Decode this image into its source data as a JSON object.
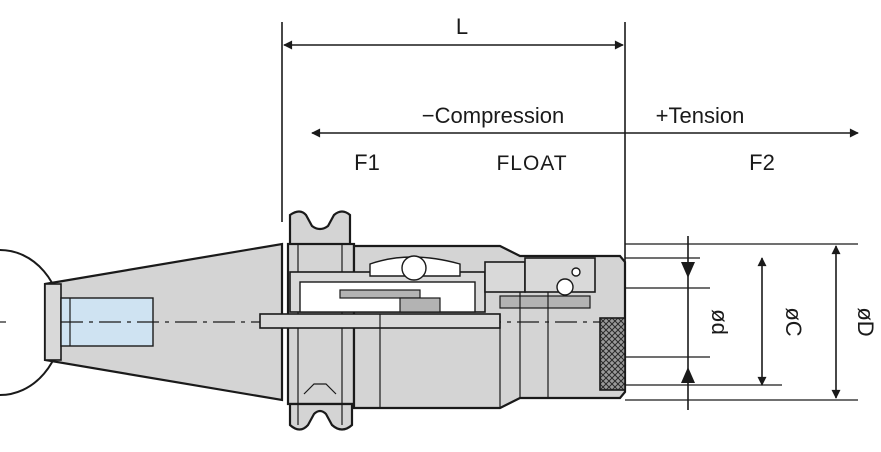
{
  "labels": {
    "length": "L",
    "compression": "−Compression",
    "tension": "+Tension",
    "f1": "F1",
    "float": "FLOAT",
    "f2": "F2",
    "diam_d_small": "ød",
    "diam_c": "øC",
    "diam_d_large": "øD"
  },
  "colors": {
    "line": "#1a1a1a",
    "body": "#d4d4d4",
    "bore": "#cfe3f2"
  }
}
